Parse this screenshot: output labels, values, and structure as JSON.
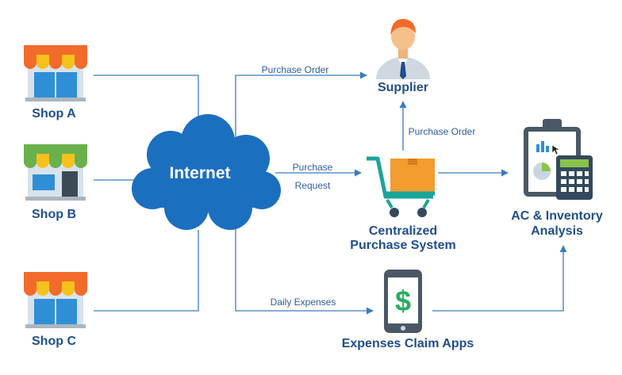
{
  "nodes": {
    "shop_a": "Shop A",
    "shop_b": "Shop B",
    "shop_c": "Shop C",
    "internet": "Internet",
    "supplier": "Supplier",
    "centralized_line1": "Centralized",
    "centralized_line2": "Purchase System",
    "analysis_line1": "AC & Inventory",
    "analysis_line2": "Analysis",
    "expenses_app": "Expenses Claim Apps"
  },
  "edges": {
    "purchase_order_top": "Purchase Order",
    "purchase_order_mid": "Purchase Order",
    "purchase_request_line1": "Purchase",
    "purchase_request_line2": "Request",
    "daily_expenses": "Daily Expenses"
  },
  "colors": {
    "connector": "#3b7bbf",
    "label": "#1f4e8c",
    "cloud": "#1b6fbf",
    "awning_orange": "#f26b2a",
    "awning_yellow": "#f5c21b",
    "awning_green": "#6ab04c",
    "box": "#f39c2f",
    "cart": "#1aa59a"
  },
  "icons": [
    "shop-icon",
    "cloud-icon",
    "supplier-person-icon",
    "shopping-cart-icon",
    "clipboard-calculator-icon",
    "phone-dollar-icon"
  ]
}
